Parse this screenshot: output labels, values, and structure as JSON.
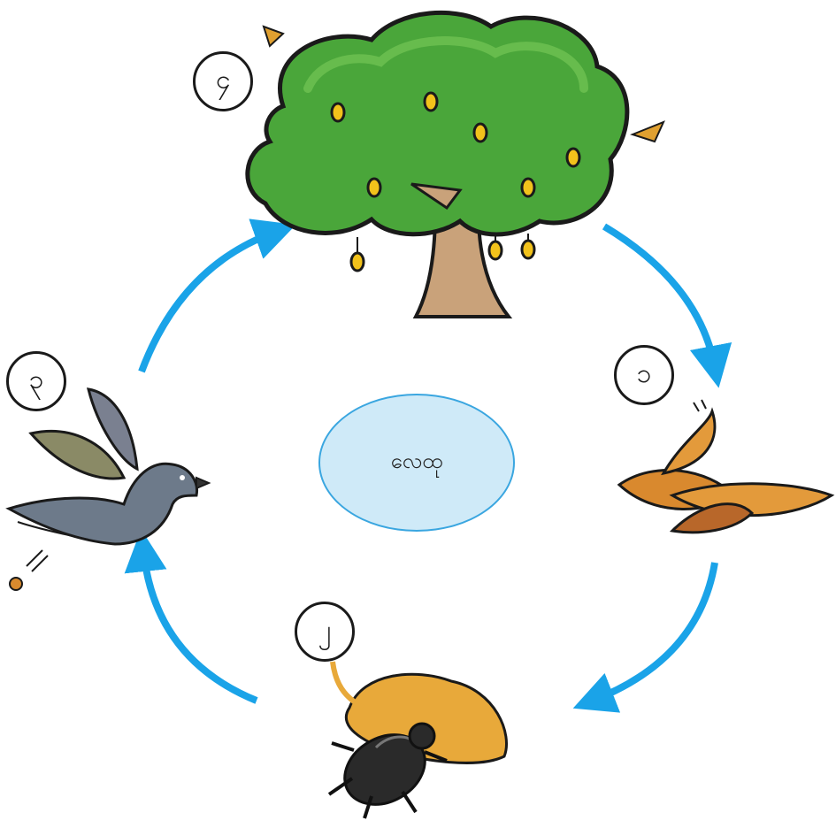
{
  "diagram": {
    "center_label": "လေထု",
    "steps": [
      {
        "id": "tree",
        "label": "၄",
        "icon": "tree-icon"
      },
      {
        "id": "leaves",
        "label": "၁",
        "icon": "fallen-leaves-icon"
      },
      {
        "id": "beetle",
        "label": "၂",
        "icon": "beetle-icon"
      },
      {
        "id": "bird",
        "label": "၃",
        "icon": "bird-icon"
      }
    ],
    "colors": {
      "arrow": "#1aa3e8",
      "ellipse_fill": "#cfeaf8",
      "ellipse_stroke": "#3aa6e0",
      "tree_canopy": "#4aa63a",
      "tree_trunk": "#c9a27a",
      "fruit": "#f2c21b",
      "leaf": "#d9892e",
      "beetle": "#2a2a2a",
      "bird": "#6d7a8a"
    }
  }
}
